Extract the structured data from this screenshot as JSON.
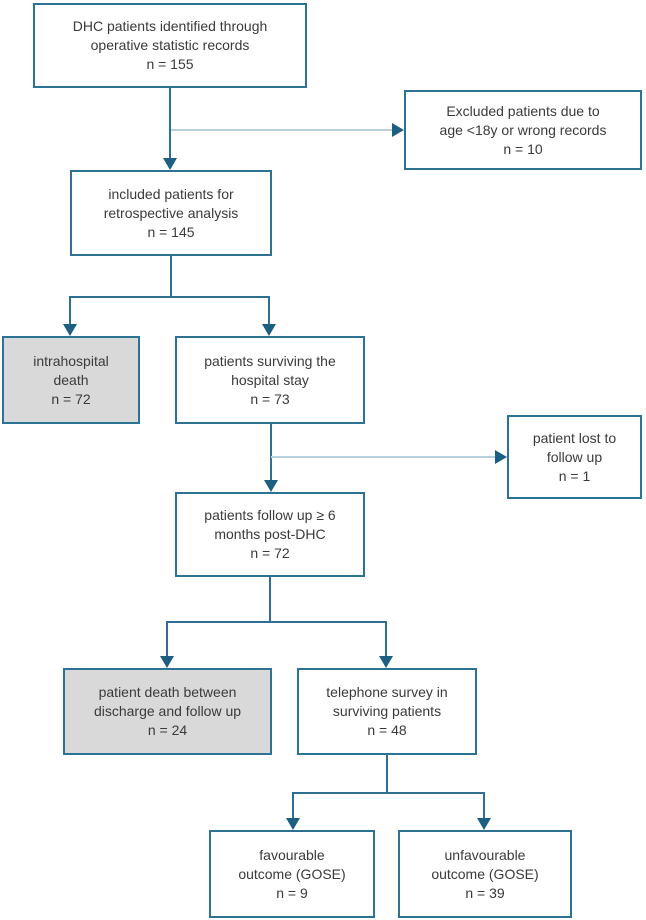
{
  "diagram": {
    "type": "patient-flowchart",
    "colors": {
      "box_border": "#2b7295",
      "connector_line": "#2e6f94",
      "connector_line_light": "#b9d0de",
      "arrowhead": "#1c5f83",
      "shaded_box_fill": "#d9d9d9",
      "box_fill": "#ffffff",
      "text": "#3a3a3a"
    },
    "boxes": [
      {
        "id": "identified",
        "shaded": false,
        "lines": [
          "DHC patients identified through",
          "operative statistic records",
          "n = 155"
        ]
      },
      {
        "id": "excluded",
        "shaded": false,
        "lines": [
          "Excluded patients due to",
          "age <18y or wrong records",
          "n = 10"
        ]
      },
      {
        "id": "included",
        "shaded": false,
        "lines": [
          "included patients for",
          "retrospective analysis",
          "n = 145"
        ]
      },
      {
        "id": "intrahospital-death",
        "shaded": true,
        "lines": [
          "intrahospital",
          "death",
          "n = 72"
        ]
      },
      {
        "id": "surviving",
        "shaded": false,
        "lines": [
          "patients surviving the",
          "hospital stay",
          "n = 73"
        ]
      },
      {
        "id": "lost-followup",
        "shaded": false,
        "lines": [
          "patient lost to",
          "follow up",
          "n = 1"
        ]
      },
      {
        "id": "followup-6m",
        "shaded": false,
        "lines": [
          "patients follow up ≥ 6",
          "months post-DHC",
          "n = 72"
        ]
      },
      {
        "id": "death-after-discharge",
        "shaded": true,
        "lines": [
          "patient death between",
          "discharge and follow up",
          "n = 24"
        ]
      },
      {
        "id": "telephone-survey",
        "shaded": false,
        "lines": [
          "telephone survey in",
          "surviving patients",
          "n = 48"
        ]
      },
      {
        "id": "favourable",
        "shaded": false,
        "lines": [
          "favourable",
          "outcome (GOSE)",
          "n = 9"
        ]
      },
      {
        "id": "unfavourable",
        "shaded": false,
        "lines": [
          "unfavourable",
          "outcome (GOSE)",
          "n = 39"
        ]
      }
    ]
  }
}
